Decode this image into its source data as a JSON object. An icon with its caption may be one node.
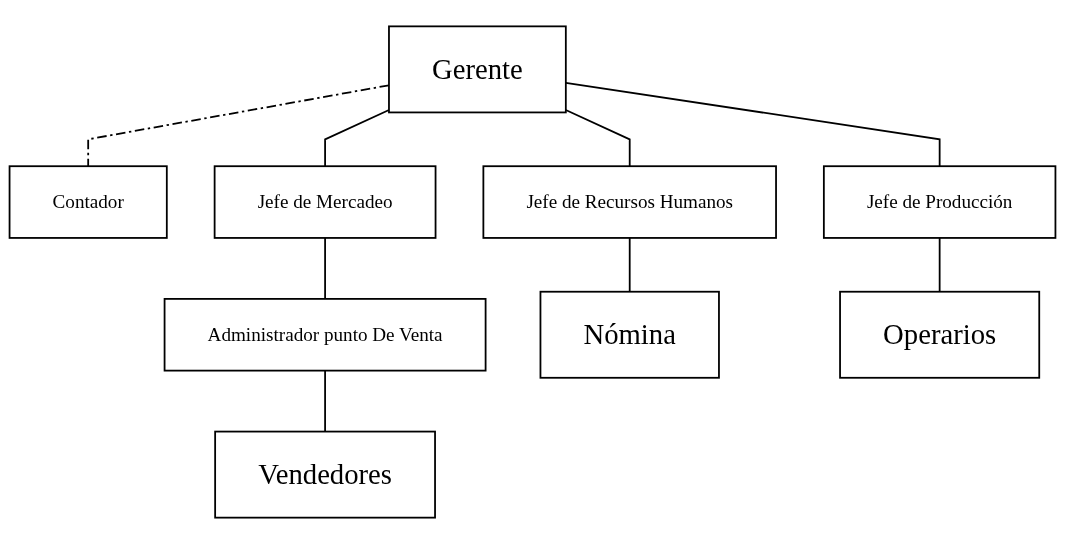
{
  "diagram": {
    "nodes": [
      {
        "text": [
          "Gerente"
        ]
      },
      {
        "text": [
          "Contador"
        ]
      },
      {
        "text": [
          "Jefe de Mercadeo"
        ]
      },
      {
        "text": [
          "Jefe de Recursos Humanos"
        ]
      },
      {
        "text": [
          "Jefe de Producción"
        ]
      },
      {
        "text": [
          "Administrador punto De Venta"
        ]
      },
      {
        "text": [
          "Nómina"
        ]
      },
      {
        "text": [
          "Operarios"
        ]
      },
      {
        "text": [
          "Vendedores"
        ]
      }
    ],
    "edges": [
      {
        "from": 0,
        "to": 1,
        "arrow": "none",
        "style": "dashed"
      },
      {
        "from": 0,
        "to": 2,
        "arrow": "none"
      },
      {
        "from": 0,
        "to": 3,
        "arrow": "none"
      },
      {
        "from": 0,
        "to": 4,
        "arrow": "none"
      },
      {
        "from": 2,
        "to": 5,
        "arrow": "none"
      },
      {
        "from": 3,
        "to": 6,
        "arrow": "none"
      },
      {
        "from": 4,
        "to": 7,
        "arrow": "none"
      },
      {
        "from": 5,
        "to": 8,
        "arrow": "none"
      }
    ]
  }
}
